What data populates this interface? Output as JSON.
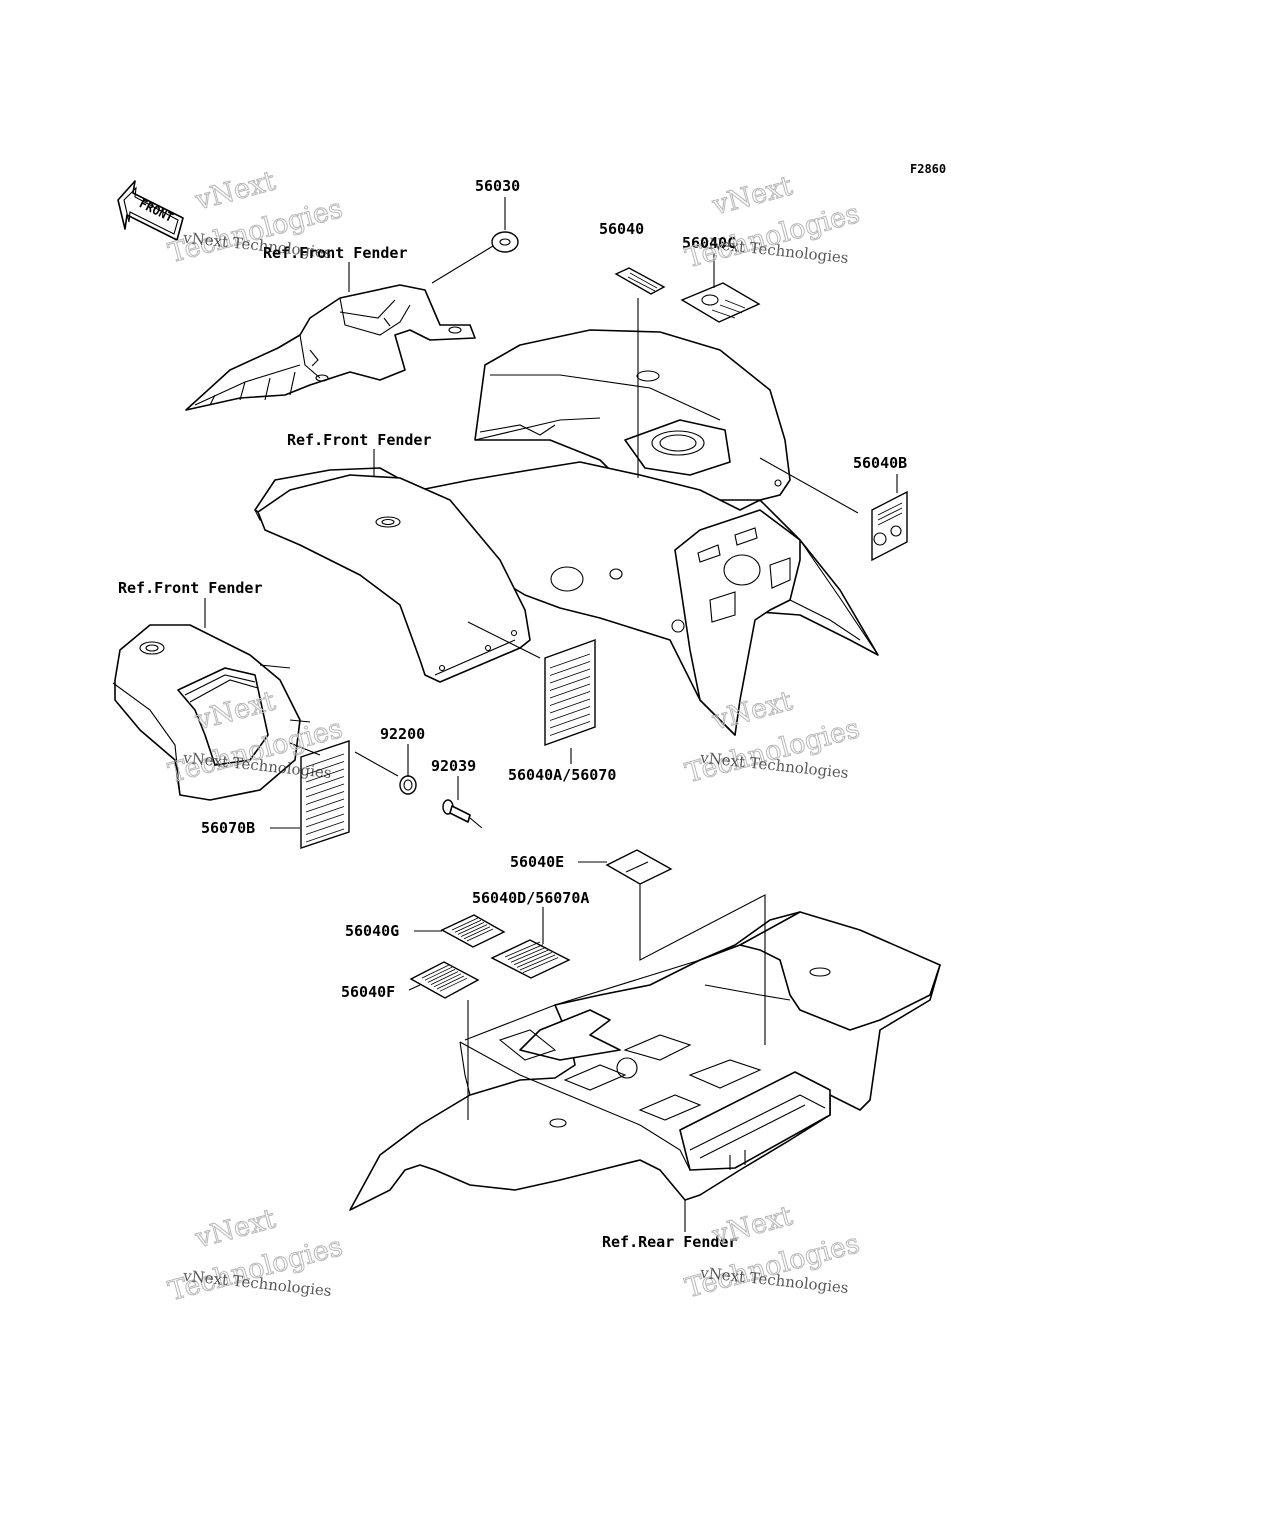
{
  "figure_id": "F2860",
  "front_arrow": "FRONT",
  "labels": {
    "p56030": "56030",
    "p56040": "56040",
    "p56040C": "56040C",
    "p56040B": "56040B",
    "p56040A_56070": "56040A/56070",
    "p92200": "92200",
    "p92039": "92039",
    "p56070B": "56070B",
    "p56040E": "56040E",
    "p56040D_56070A": "56040D/56070A",
    "p56040G": "56040G",
    "p56040F": "56040F",
    "ref_front_fender_1": "Ref.Front Fender",
    "ref_front_fender_2": "Ref.Front Fender",
    "ref_front_fender_3": "Ref.Front Fender",
    "ref_rear_fender": "Ref.Rear Fender"
  },
  "watermark": {
    "line_small": "vNext Technologies",
    "line_top": "vNext",
    "line_big": "Technologies"
  }
}
